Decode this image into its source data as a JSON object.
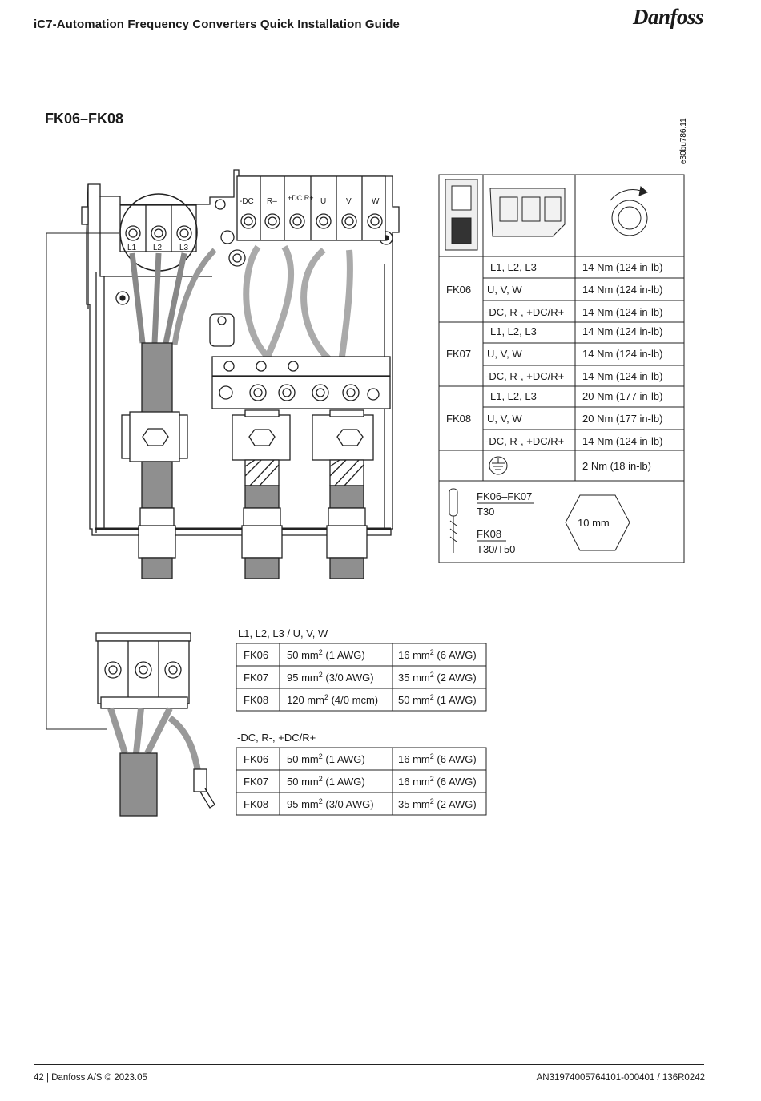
{
  "header": {
    "title": "iC7-Automation Frequency Converters Quick Installation Guide",
    "logo_text": "Danfoss"
  },
  "section": {
    "title": "FK06–FK08",
    "figure_code": "e30bu786.11"
  },
  "terminal_labels": {
    "top": [
      "-DC",
      "R–",
      "+DC R+",
      "U",
      "V",
      "W"
    ],
    "mains": [
      "L1",
      "L2",
      "L3"
    ]
  },
  "torque_table": {
    "rows": [
      {
        "model": "FK06",
        "terminals": "L1, L2, L3",
        "torque": "14 Nm (124 in-lb)"
      },
      {
        "model": "",
        "terminals": "U, V, W",
        "torque": "14 Nm (124 in-lb)"
      },
      {
        "model": "",
        "terminals": "-DC, R-, +DC/R+",
        "torque": "14 Nm (124 in-lb)"
      },
      {
        "model": "FK07",
        "terminals": "L1, L2, L3",
        "torque": "14 Nm (124 in-lb)"
      },
      {
        "model": "",
        "terminals": "U, V, W",
        "torque": "14 Nm (124 in-lb)"
      },
      {
        "model": "",
        "terminals": "-DC, R-, +DC/R+",
        "torque": "14 Nm (124 in-lb)"
      },
      {
        "model": "FK08",
        "terminals": "L1, L2, L3",
        "torque": "20 Nm (177 in-lb)"
      },
      {
        "model": "",
        "terminals": "U, V, W",
        "torque": "20 Nm (177 in-lb)"
      },
      {
        "model": "",
        "terminals": "-DC, R-, +DC/R+",
        "torque": "14 Nm (124 in-lb)"
      }
    ],
    "ground_torque": "2 Nm (18 in-lb)",
    "tools": {
      "line1": "FK06–FK07",
      "line2": "T30",
      "line3": "FK08",
      "line4": "T30/T50",
      "hex_size": "10 mm"
    }
  },
  "cable_tables": [
    {
      "caption": "L1, L2, L3 / U, V, W",
      "rows": [
        {
          "model": "FK06",
          "max": "50 mm",
          "max_awg": " (1 AWG)",
          "min": "16 mm",
          "min_awg": " (6 AWG)"
        },
        {
          "model": "FK07",
          "max": "95 mm",
          "max_awg": " (3/0 AWG)",
          "min": "35 mm",
          "min_awg": " (2 AWG)"
        },
        {
          "model": "FK08",
          "max": "120 mm",
          "max_awg": " (4/0 mcm)",
          "min": "50 mm",
          "min_awg": " (1 AWG)"
        }
      ]
    },
    {
      "caption": "-DC, R-, +DC/R+",
      "rows": [
        {
          "model": "FK06",
          "max": "50 mm",
          "max_awg": " (1 AWG)",
          "min": "16 mm",
          "min_awg": " (6 AWG)"
        },
        {
          "model": "FK07",
          "max": "50 mm",
          "max_awg": " (1 AWG)",
          "min": "16 mm",
          "min_awg": " (6 AWG)"
        },
        {
          "model": "FK08",
          "max": "95 mm",
          "max_awg": " (3/0 AWG)",
          "min": "35 mm",
          "min_awg": " (2 AWG)"
        }
      ]
    }
  ],
  "superscript": "2",
  "footer": {
    "left": "42 | Danfoss A/S © 2023.05",
    "right": "AN31974005764101-000401 / 136R0242"
  },
  "colors": {
    "text": "#1a1a1a",
    "cable_gray": "#8f8f8f",
    "wire_gray": "#bdbdbd",
    "line": "#222222"
  }
}
